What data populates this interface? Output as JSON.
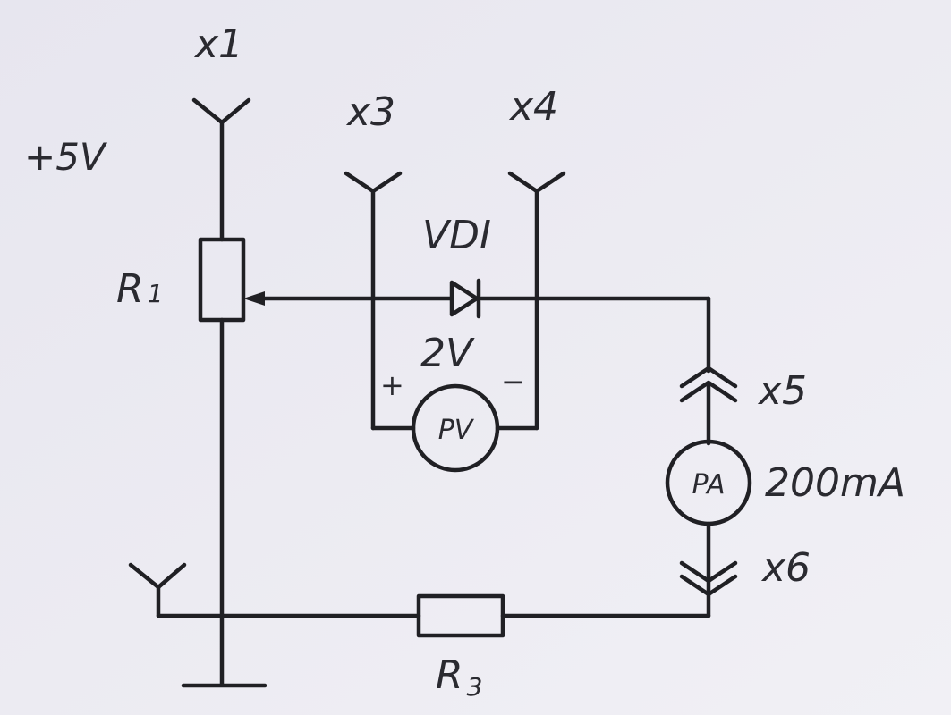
{
  "labels": {
    "supply": "+5V",
    "x1": "x1",
    "x3": "x3",
    "x4": "x4",
    "x5": "x5",
    "x6": "x6",
    "r1": "R",
    "r1_sub": "1",
    "r3": "R",
    "r3_sub": "3",
    "diode": "VDI",
    "diode_voltage": "2V",
    "plus": "+",
    "minus": "−",
    "voltmeter": "PV",
    "ammeter": "PA",
    "ammeter_range": "200mA"
  }
}
